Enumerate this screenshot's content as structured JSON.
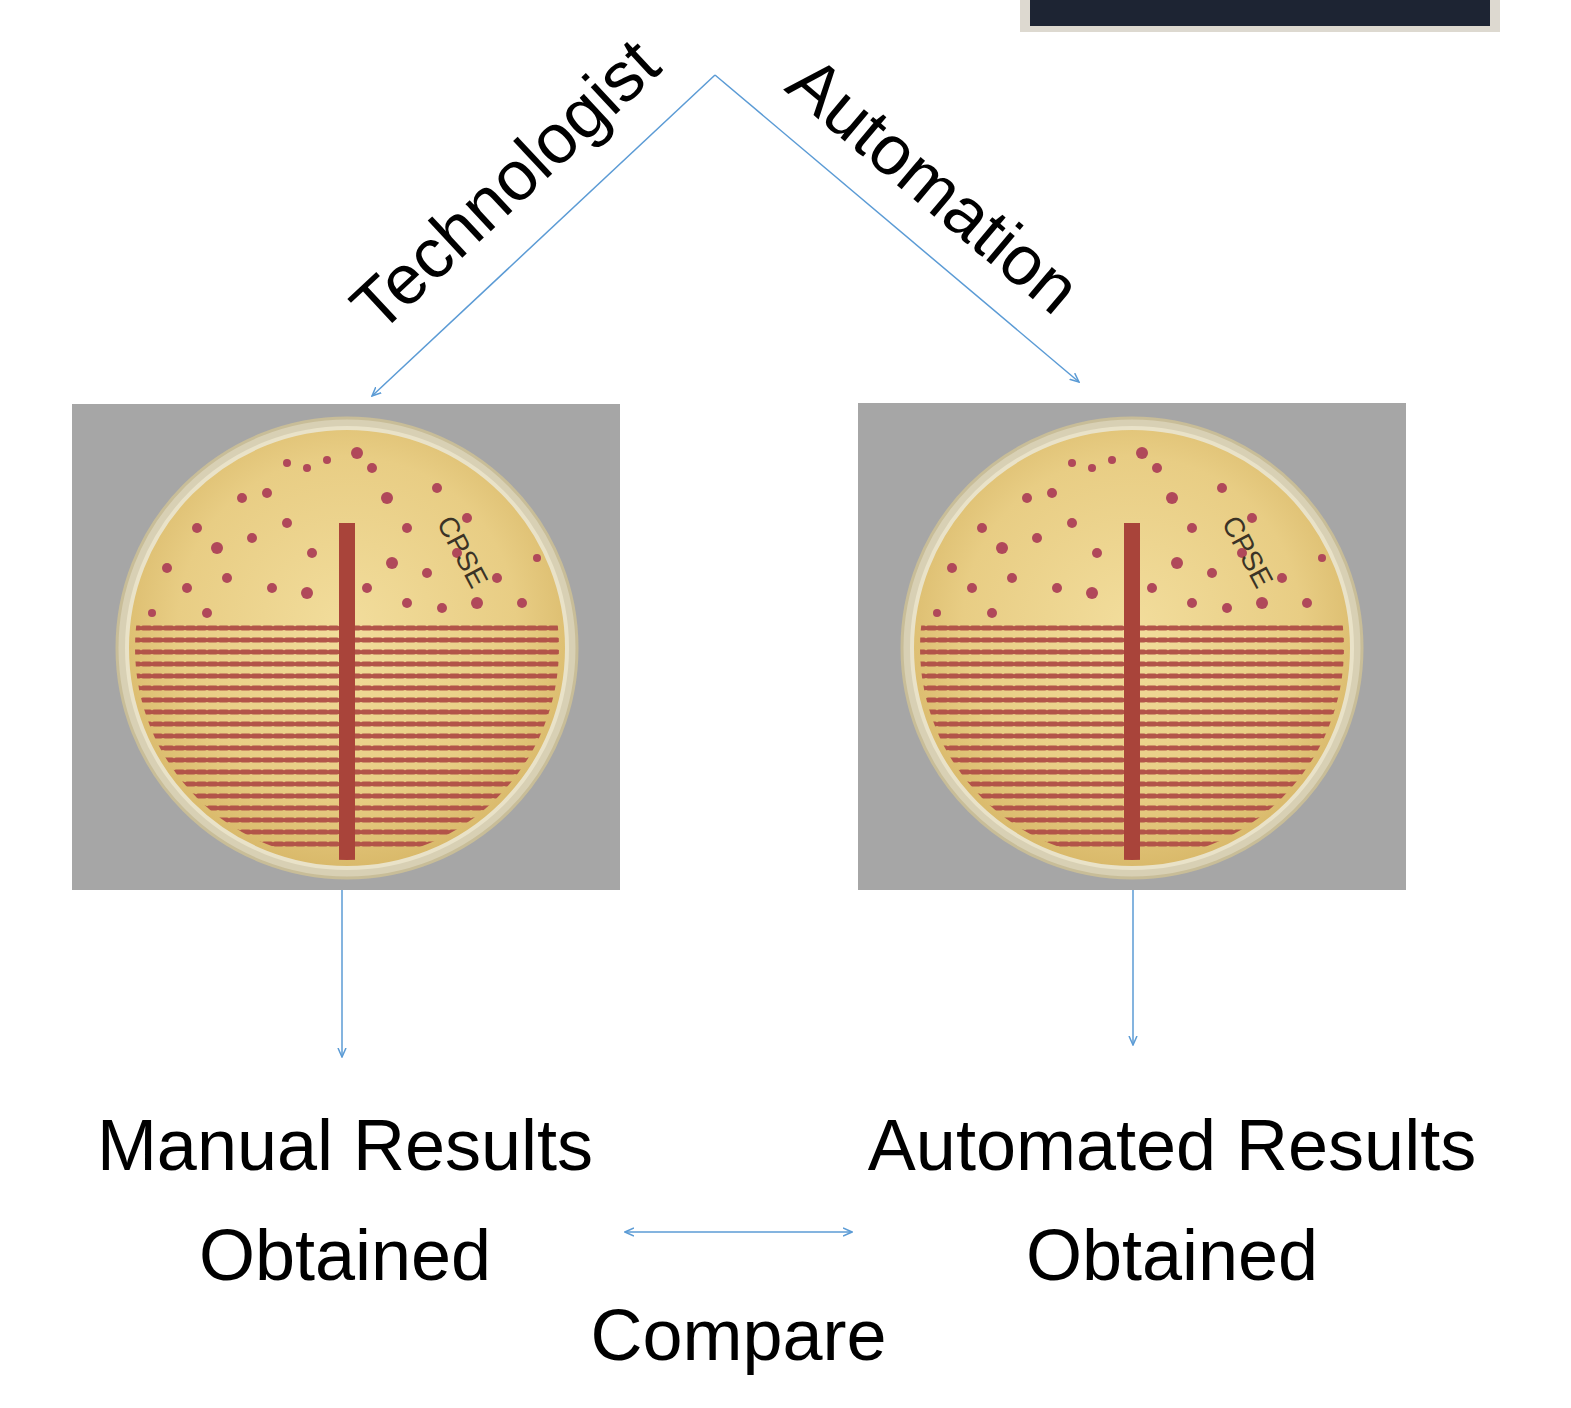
{
  "diagram": {
    "nodes": [
      {
        "text": [
          "Manual Results Obtained"
        ]
      },
      {
        "text": [
          "Automated Results Obtained"
        ]
      }
    ],
    "edges": [
      {
        "from": 0,
        "to": 1,
        "arrow": "both",
        "label": "Compare"
      }
    ],
    "labels": [
      "Technologist",
      "Automation",
      "CPSE",
      "CPSE"
    ]
  }
}
